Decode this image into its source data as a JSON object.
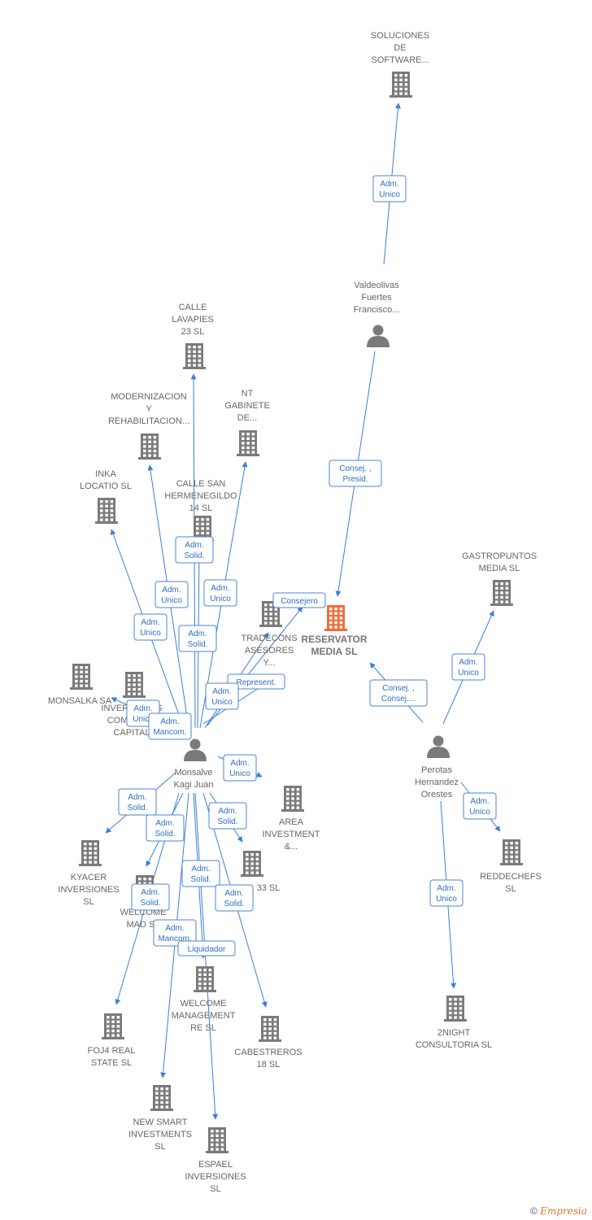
{
  "colors": {
    "edge": "#3a7fd8",
    "node": "#7a7a7a",
    "main": "#f26b3a",
    "label": "#666666"
  },
  "nodes": [
    {
      "id": "soluciones",
      "type": "company",
      "lines": [
        "SOLUCIONES",
        "DE",
        "SOFTWARE..."
      ]
    },
    {
      "id": "valdeolivas",
      "type": "person",
      "lines": [
        "Valdeolivas",
        "Fuertes",
        "Francisco..."
      ]
    },
    {
      "id": "reservator",
      "type": "main",
      "lines": [
        "RESERVATOR",
        "MEDIA  SL"
      ]
    },
    {
      "id": "gastropuntos",
      "type": "company",
      "lines": [
        "GASTROPUNTOS",
        "MEDIA  SL"
      ]
    },
    {
      "id": "perotas",
      "type": "person",
      "lines": [
        "Perotas",
        "Hernandez",
        "Orestes"
      ]
    },
    {
      "id": "reddechefs",
      "type": "company",
      "lines": [
        "REDDECHEFS",
        "SL"
      ]
    },
    {
      "id": "2night",
      "type": "company",
      "lines": [
        "2NIGHT",
        "CONSULTORIA SL"
      ]
    },
    {
      "id": "monsalve",
      "type": "person",
      "lines": [
        "Monsalve",
        "Kagi Juan"
      ]
    },
    {
      "id": "lavapies",
      "type": "company",
      "lines": [
        "CALLE",
        "LAVAPIES",
        "23  SL"
      ]
    },
    {
      "id": "modernizacion",
      "type": "company",
      "lines": [
        "MODERNIZACION",
        "Y",
        "REHABILITACION..."
      ]
    },
    {
      "id": "ntgabinete",
      "type": "company",
      "lines": [
        "NT",
        "GABINETE",
        "DE..."
      ]
    },
    {
      "id": "inka",
      "type": "company",
      "lines": [
        "INKA",
        "LOCATIO  SL"
      ]
    },
    {
      "id": "hermenegildo",
      "type": "company",
      "lines": [
        "CALLE SAN",
        "HERMENEGILDO",
        "14  SL"
      ]
    },
    {
      "id": "tradecons",
      "type": "company",
      "lines": [
        "TRADECONS",
        "ASESORES",
        "Y..."
      ]
    },
    {
      "id": "monsalka",
      "type": "company",
      "lines": [
        "MONSALKA SA"
      ]
    },
    {
      "id": "inversiones",
      "type": "company",
      "lines": [
        "INVERSIONES",
        "COMPLEJO",
        "CAPITAL"
      ]
    },
    {
      "id": "area",
      "type": "company",
      "lines": [
        "AREA",
        "INVESTMENT",
        "&..."
      ]
    },
    {
      "id": "kyacer",
      "type": "company",
      "lines": [
        "KYACER",
        "INVERSIONES",
        "SL"
      ]
    },
    {
      "id": "x33",
      "type": "company",
      "lines": [
        "33  SL"
      ]
    },
    {
      "id": "welcomemad",
      "type": "company",
      "lines": [
        "WELCOME",
        "MAD  SL"
      ]
    },
    {
      "id": "welcomemgmt",
      "type": "company",
      "lines": [
        "WELCOME",
        "MANAGEMENT",
        "RE  SL"
      ]
    },
    {
      "id": "foj4",
      "type": "company",
      "lines": [
        "FOJ4 REAL",
        "STATE  SL"
      ]
    },
    {
      "id": "cabestreros",
      "type": "company",
      "lines": [
        "CABESTREROS",
        "18  SL"
      ]
    },
    {
      "id": "newsmart",
      "type": "company",
      "lines": [
        "NEW SMART",
        "INVESTMENTS",
        "SL"
      ]
    },
    {
      "id": "espael",
      "type": "company",
      "lines": [
        "ESPAEL",
        "INVERSIONES",
        "SL"
      ]
    }
  ],
  "edges": [
    {
      "from": "valdeolivas",
      "to": "soluciones",
      "lines": [
        "Adm.",
        "Unico"
      ]
    },
    {
      "from": "valdeolivas",
      "to": "reservator",
      "lines": [
        "Consej. ,",
        "Presid."
      ]
    },
    {
      "from": "perotas",
      "to": "reservator",
      "lines": [
        "Consej. ,",
        "Consej...."
      ]
    },
    {
      "from": "perotas",
      "to": "gastropuntos",
      "lines": [
        "Adm.",
        "Unico"
      ]
    },
    {
      "from": "perotas",
      "to": "reddechefs",
      "lines": [
        "Adm.",
        "Unico"
      ]
    },
    {
      "from": "perotas",
      "to": "2night",
      "lines": [
        "Adm.",
        "Unico"
      ]
    },
    {
      "from": "monsalve",
      "to": "reservator",
      "lines": [
        "Consejero"
      ]
    },
    {
      "from": "monsalve",
      "to": "tradecons",
      "lines": [
        "Represent."
      ]
    },
    {
      "from": "monsalve",
      "to": "lavapies",
      "lines": [
        "Adm.",
        "Solid."
      ]
    },
    {
      "from": "monsalve",
      "to": "modernizacion",
      "lines": [
        "Adm.",
        "Unico"
      ]
    },
    {
      "from": "monsalve",
      "to": "ntgabinete",
      "lines": [
        "Adm.",
        "Unico"
      ]
    },
    {
      "from": "monsalve",
      "to": "inka",
      "lines": [
        "Adm.",
        "Unico"
      ]
    },
    {
      "from": "monsalve",
      "to": "hermenegildo",
      "lines": [
        "Adm.",
        "Solid."
      ]
    },
    {
      "from": "monsalve",
      "to": "tradecons",
      "lines": [
        "Adm.",
        "Unico"
      ]
    },
    {
      "from": "monsalve",
      "to": "monsalka",
      "lines": [
        "Adm.",
        "Unico"
      ]
    },
    {
      "from": "monsalve",
      "to": "inversiones",
      "lines": [
        "Adm.",
        "Mancom."
      ]
    },
    {
      "from": "monsalve",
      "to": "area",
      "lines": [
        "Adm.",
        "Unico"
      ]
    },
    {
      "from": "monsalve",
      "to": "kyacer",
      "lines": [
        "Adm.",
        "Solid."
      ]
    },
    {
      "from": "monsalve",
      "to": "x33",
      "lines": [
        "Adm.",
        "Solid."
      ]
    },
    {
      "from": "monsalve",
      "to": "welcomemad",
      "lines": [
        "Adm.",
        "Solid."
      ]
    },
    {
      "from": "monsalve",
      "to": "welcomemgmt",
      "lines": [
        "Adm.",
        "Solid."
      ]
    },
    {
      "from": "monsalve",
      "to": "foj4",
      "lines": [
        "Adm.",
        "Solid."
      ]
    },
    {
      "from": "monsalve",
      "to": "cabestreros",
      "lines": [
        "Adm.",
        "Solid."
      ]
    },
    {
      "from": "monsalve",
      "to": "newsmart",
      "lines": [
        "Adm.",
        "Mancom."
      ]
    },
    {
      "from": "monsalve",
      "to": "espael",
      "lines": [
        "Liquidador"
      ]
    }
  ],
  "footer": {
    "copyright": "©",
    "brand": "Empresia"
  }
}
